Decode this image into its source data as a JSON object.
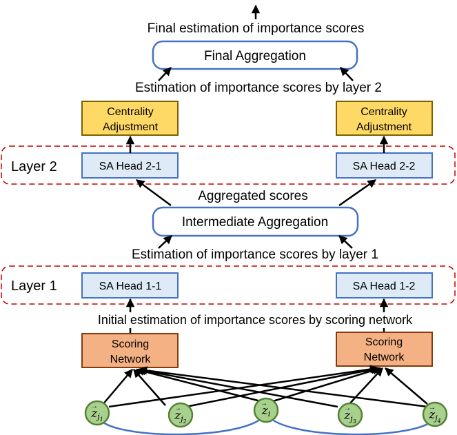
{
  "labels": {
    "final_estimation": "Final estimation of importance scores",
    "layer2_estimation": "Estimation of importance scores by layer 2",
    "aggregated_scores": "Aggregated scores",
    "layer1_estimation": "Estimation of importance scores by layer 1",
    "initial_estimation": "Initial estimation of importance scores by scoring network"
  },
  "boxes": {
    "final_aggregation": "Final Aggregation",
    "intermediate_aggregation": "Intermediate Aggregation",
    "centrality_left": [
      "Centrality",
      "Adjustment"
    ],
    "centrality_right": [
      "Centrality",
      "Adjustment"
    ],
    "sa_head_2_1": "SA Head 2-1",
    "sa_head_2_2": "SA Head 2-2",
    "sa_head_1_1": "SA Head 1-1",
    "sa_head_1_2": "SA Head 1-2",
    "scoring_left": [
      "Scoring",
      "Network"
    ],
    "scoring_right": [
      "Scoring",
      "Network"
    ]
  },
  "layers": {
    "layer2": "Layer 2",
    "layer1": "Layer 1"
  },
  "nodes": [
    {
      "base": "z",
      "sub": "j",
      "subsub": "1"
    },
    {
      "base": "z",
      "sub": "j",
      "subsub": "2"
    },
    {
      "base": "z",
      "sub": "i",
      "subsub": ""
    },
    {
      "base": "z",
      "sub": "j",
      "subsub": "3"
    },
    {
      "base": "z",
      "sub": "j",
      "subsub": "4"
    }
  ],
  "colors": {
    "box_border": "#4472C4",
    "aggregation_fill": "#FFFFFF",
    "sa_fill": "#DEEBF7",
    "centrality_fill": "#FFD966",
    "centrality_border": "#7F6000",
    "scoring_fill": "#F4B183",
    "scoring_border": "#843C0C",
    "node_fill": "#A9D18E",
    "node_border": "#548235",
    "layer_dash": "#C00000",
    "arrow": "#000000",
    "curve": "#4472C4"
  }
}
